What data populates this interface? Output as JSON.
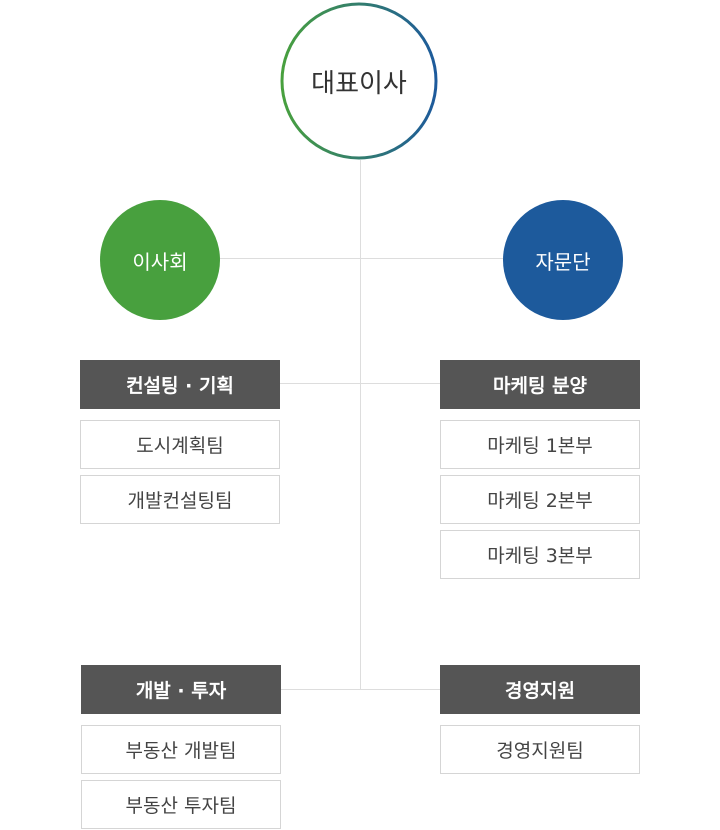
{
  "ceo": {
    "label": "대표이사",
    "ring_colors": [
      "#48a03e",
      "#1d5a9c"
    ]
  },
  "board": {
    "label": "이사회",
    "color": "#48a03e"
  },
  "advisory": {
    "label": "자문단",
    "color": "#1d5a9c"
  },
  "departments": {
    "consulting": {
      "label": "컨설팅 · 기획",
      "teams": [
        "도시계획팀",
        "개발컨설팅팀"
      ]
    },
    "marketing": {
      "label": "마케팅 분양",
      "teams": [
        "마케팅 1본부",
        "마케팅 2본부",
        "마케팅 3본부"
      ]
    },
    "development": {
      "label": "개발 · 투자",
      "teams": [
        "부동산 개발팀",
        "부동산 투자팀"
      ]
    },
    "management": {
      "label": "경영지원",
      "teams": [
        "경영지원팀"
      ]
    }
  },
  "colors": {
    "dept_bg": "#555555",
    "line": "#dddddd"
  }
}
